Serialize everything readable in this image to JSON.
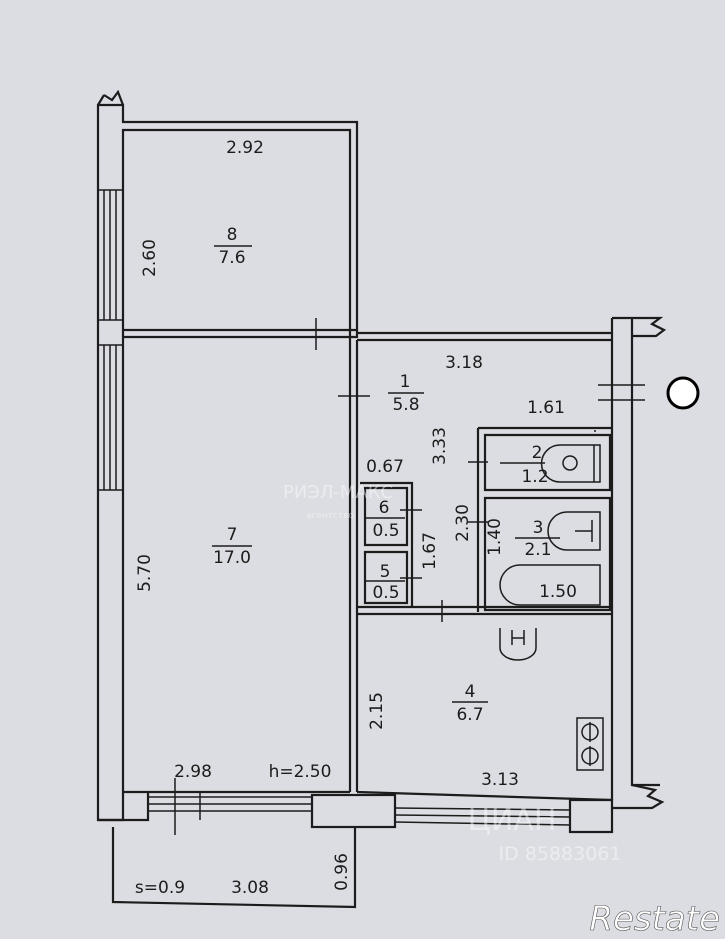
{
  "rooms": [
    {
      "number": "8",
      "area": "7.6"
    },
    {
      "number": "7",
      "area": "17.0"
    },
    {
      "number": "1",
      "area": "5.8"
    },
    {
      "number": "2",
      "area": "1.2"
    },
    {
      "number": "3",
      "area": "2.1"
    },
    {
      "number": "6",
      "area": "0.5"
    },
    {
      "number": "5",
      "area": "0.5"
    },
    {
      "number": "4",
      "area": "6.7"
    }
  ],
  "dimensions": {
    "room8_width": "2.92",
    "room8_depth": "2.60",
    "room7_depth": "5.70",
    "room7_width": "2.98",
    "ceiling_height": "h=2.50",
    "hall_width": "3.18",
    "hall_depth": "3.33",
    "bath_width": "1.61",
    "closet_width": "0.67",
    "closet_depth": "1.67",
    "bath_depth_outer": "2.30",
    "bath_depth_inner": "1.40",
    "tub_length": "1.50",
    "kitchen_depth": "2.15",
    "kitchen_width": "3.13",
    "balcony_area": "s=0.9",
    "balcony_width": "3.08",
    "balcony_depth": "0.96"
  },
  "watermarks": {
    "agency": "РИЭЛ-МАКС",
    "agency_sub": "агентство",
    "cian": "ЦИАН",
    "listing_id": "ID 85883061",
    "logo": "Restate"
  }
}
